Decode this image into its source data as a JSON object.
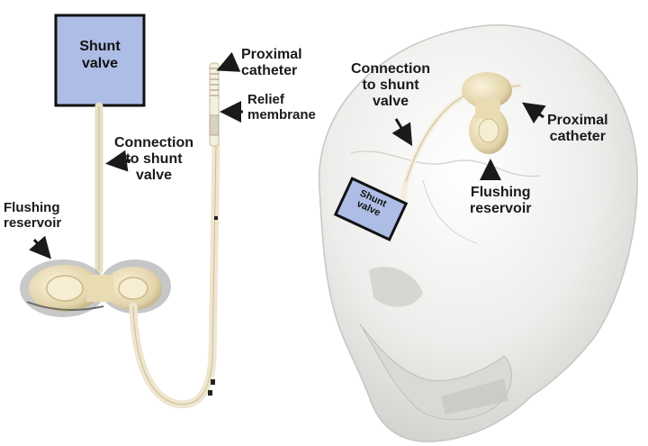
{
  "left_panel": {
    "shunt_valve_box": "Shunt\nvalve",
    "proximal_catheter": "Proximal\ncatheter",
    "relief_membrane": "Relief\nmembrane",
    "connection": "Connection\nto shunt\nvalve",
    "flushing_reservoir": "Flushing\nreservoir"
  },
  "right_panel": {
    "connection": "Connection\nto shunt\nvalve",
    "shunt_valve_box": "Shunt\nvalve",
    "proximal_catheter": "Proximal\ncatheter",
    "flushing_reservoir": "Flushing\nreservoir"
  },
  "colors": {
    "valve_box_fill": "#aebde6",
    "label_text": "#1a1a1a",
    "tubing": "#efe6cf",
    "skull": "#eeeeec"
  }
}
